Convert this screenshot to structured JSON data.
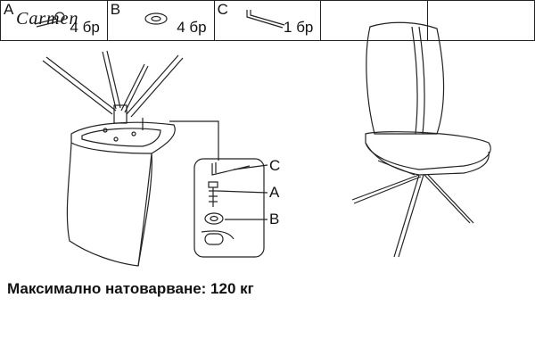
{
  "brand": "Carmen",
  "callouts": {
    "c": "C",
    "a": "A",
    "b": "B"
  },
  "max_load": "Максимално натоварване: 120 кг",
  "parts": [
    {
      "letter": "A",
      "icon": "screw-icon",
      "qty": "4 бр"
    },
    {
      "letter": "B",
      "icon": "washer-icon",
      "qty": "4 бр"
    },
    {
      "letter": "C",
      "icon": "allen-key-icon",
      "qty": "1 бр"
    }
  ]
}
